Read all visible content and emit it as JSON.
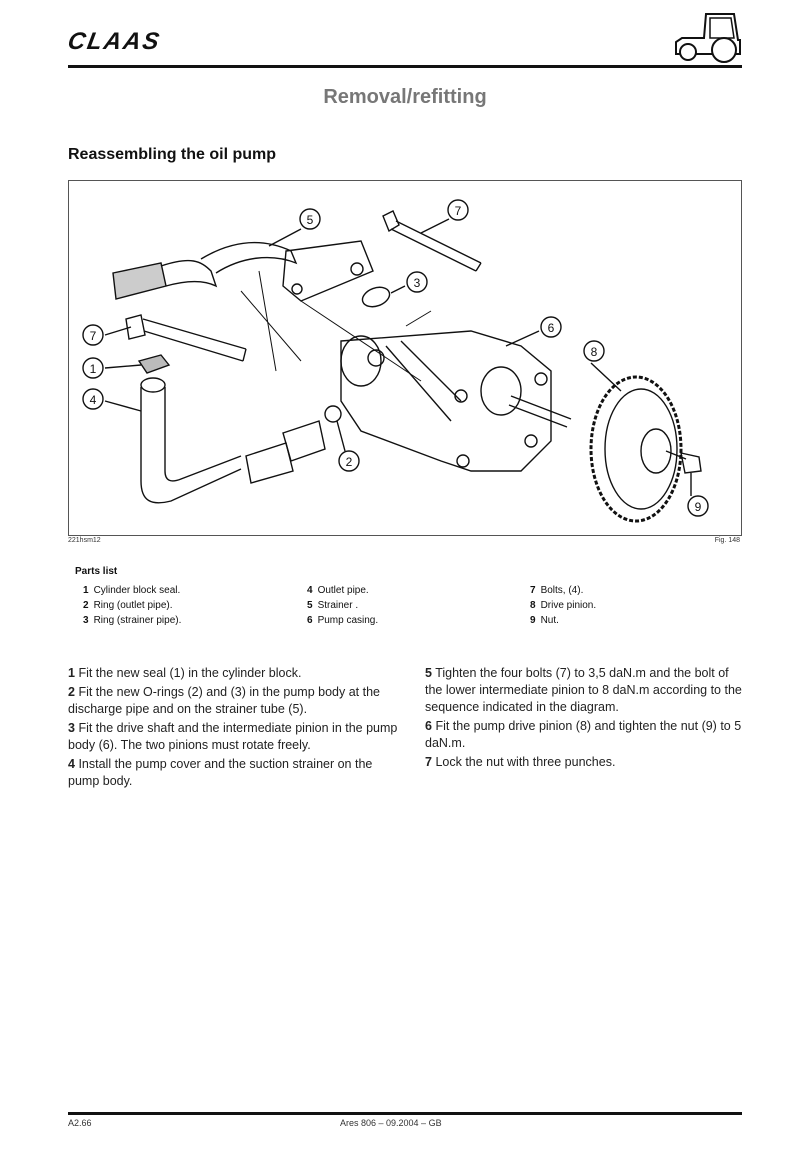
{
  "header": {
    "logo": "CLAAS",
    "title": "Removal/refitting"
  },
  "section": {
    "heading": "Reassembling the oil pump"
  },
  "figure": {
    "callouts": [
      "5",
      "7",
      "3",
      "7",
      "6",
      "8",
      "1",
      "4",
      "2",
      "9"
    ],
    "ref_code": "221hsm12",
    "fig_label": "Fig. 148"
  },
  "parts_list": {
    "title": "Parts list",
    "items": [
      {
        "num": "1",
        "label": "Cylinder block seal."
      },
      {
        "num": "2",
        "label": "Ring (outlet pipe)."
      },
      {
        "num": "3",
        "label": "Ring (strainer pipe)."
      },
      {
        "num": "4",
        "label": "Outlet pipe."
      },
      {
        "num": "5",
        "label": "Strainer ."
      },
      {
        "num": "6",
        "label": "Pump casing."
      },
      {
        "num": "7",
        "label": "Bolts, (4)."
      },
      {
        "num": "8",
        "label": "Drive pinion."
      },
      {
        "num": "9",
        "label": "Nut."
      }
    ]
  },
  "steps": [
    {
      "num": "1",
      "text": "Fit the new seal (1) in the cylinder block."
    },
    {
      "num": "2",
      "text": "Fit the new O-rings (2) and (3) in the pump body at the discharge pipe and on the strainer tube (5)."
    },
    {
      "num": "3",
      "text": "Fit the drive shaft and the intermediate pinion in the pump body (6). The two pinions must rotate freely."
    },
    {
      "num": "4",
      "text": "Install the pump cover and the suction strainer on the pump body."
    },
    {
      "num": "5",
      "text": "Tighten the four bolts (7) to 3,5 daN.m and the bolt of the lower intermediate pinion to 8 daN.m according to the sequence indicated in the diagram."
    },
    {
      "num": "6",
      "text": "Fit the pump drive pinion (8) and tighten the nut (9) to 5 daN.m."
    },
    {
      "num": "7",
      "text": "Lock the nut with three punches."
    }
  ],
  "footer": {
    "page": "A2.66",
    "doc": "Ares 806 – 09.2004 – GB"
  }
}
